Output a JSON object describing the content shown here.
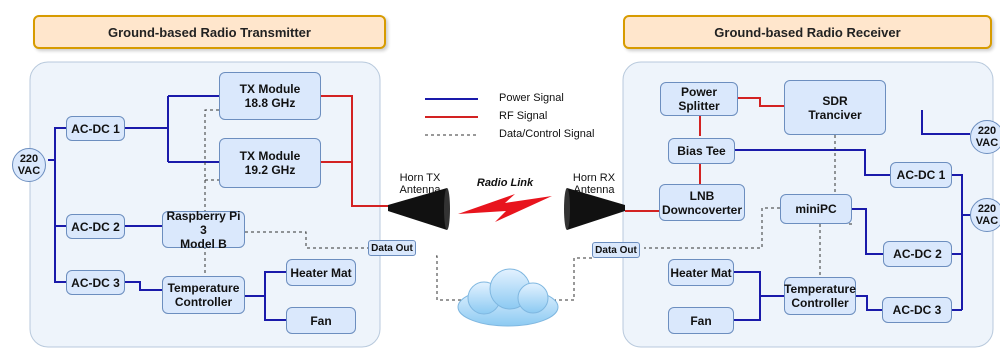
{
  "transmitter": {
    "title": "Ground-based Radio Transmitter",
    "vac": "220\nVAC",
    "acdc1": "AC-DC 1",
    "acdc2": "AC-DC 2",
    "acdc3": "AC-DC 3",
    "tx1": "TX Module\n18.8 GHz",
    "tx2": "TX Module\n19.2 GHz",
    "rpi": "Raspberry Pi 3\nModel B",
    "temp": "Temperature\nController",
    "heater": "Heater Mat",
    "fan": "Fan",
    "data_out": "Data Out",
    "antenna": "Horn TX\nAntenna"
  },
  "receiver": {
    "title": "Ground-based Radio Receiver",
    "splitter": "Power\nSplitter",
    "sdr": "SDR\nTranciver",
    "bias": "Bias Tee",
    "lnb": "LNB\nDowncoverter",
    "minipc": "miniPC",
    "acdc1": "AC-DC 1",
    "acdc2": "AC-DC 2",
    "acdc3": "AC-DC 3",
    "vac1": "220\nVAC",
    "vac2": "220\nVAC",
    "temp": "Temperature\nController",
    "heater": "Heater Mat",
    "fan": "Fan",
    "data_out": "Data Out",
    "antenna": "Horn RX\nAntenna"
  },
  "link": {
    "label": "Radio Link"
  },
  "legend": {
    "power": "Power Signal",
    "rf": "RF Signal",
    "data": "Data/Control Signal"
  },
  "colors": {
    "power": "#1a1aaa",
    "rf": "#d32222",
    "data": "#333333",
    "node_fill": "#dae8fc",
    "title_fill": "#ffe6cc"
  }
}
